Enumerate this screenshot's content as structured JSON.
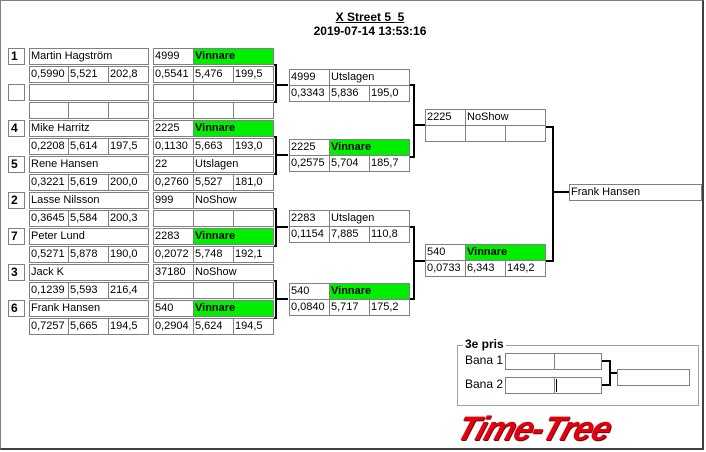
{
  "header": {
    "title": "X Street 5_5",
    "datetime": "2019-07-14 13:53:16"
  },
  "round1": {
    "entries": [
      {
        "seed": "1",
        "name": "Martin Hagström",
        "rt": "0,5990",
        "et": "5,521",
        "speed": "202,8",
        "car": "4999",
        "status": "Vinnare",
        "winner": true,
        "r_rt": "0,5541",
        "r_et": "5,476",
        "r_speed": "199,5"
      },
      {
        "seed": "",
        "name": "",
        "rt": "",
        "et": "",
        "speed": "",
        "car": "",
        "status": "",
        "winner": false,
        "r_rt": "",
        "r_et": "",
        "r_speed": ""
      },
      {
        "seed": "4",
        "name": "Mike Harritz",
        "rt": "0,2208",
        "et": "5,614",
        "speed": "197,5",
        "car": "2225",
        "status": "Vinnare",
        "winner": true,
        "r_rt": "0,1130",
        "r_et": "5,663",
        "r_speed": "193,0"
      },
      {
        "seed": "5",
        "name": "Rene Hansen",
        "rt": "0,3221",
        "et": "5,619",
        "speed": "200,0",
        "car": "22",
        "status": "Utslagen",
        "winner": false,
        "r_rt": "0,2760",
        "r_et": "5,527",
        "r_speed": "181,0"
      },
      {
        "seed": "2",
        "name": "Lasse Nilsson",
        "rt": "0,3645",
        "et": "5,584",
        "speed": "200,3",
        "car": "999",
        "status": "NoShow",
        "winner": false,
        "r_rt": "",
        "r_et": "",
        "r_speed": ""
      },
      {
        "seed": "7",
        "name": "Peter Lund",
        "rt": "0,5271",
        "et": "5,878",
        "speed": "190,0",
        "car": "2283",
        "status": "Vinnare",
        "winner": true,
        "r_rt": "0,2072",
        "r_et": "5,748",
        "r_speed": "192,1"
      },
      {
        "seed": "3",
        "name": "Jack K",
        "rt": "0,1239",
        "et": "5,593",
        "speed": "216,4",
        "car": "37180",
        "status": "NoShow",
        "winner": false,
        "r_rt": "",
        "r_et": "",
        "r_speed": ""
      },
      {
        "seed": "6",
        "name": "Frank Hansen",
        "rt": "0,7257",
        "et": "5,665",
        "speed": "194,5",
        "car": "540",
        "status": "Vinnare",
        "winner": true,
        "r_rt": "0,2904",
        "r_et": "5,624",
        "r_speed": "194,5"
      }
    ]
  },
  "round2": {
    "entries": [
      {
        "car": "4999",
        "status": "Utslagen",
        "winner": false,
        "rt": "0,3343",
        "et": "5,836",
        "speed": "195,0"
      },
      {
        "car": "2225",
        "status": "Vinnare",
        "winner": true,
        "rt": "0,2575",
        "et": "5,704",
        "speed": "185,7"
      },
      {
        "car": "2283",
        "status": "Utslagen",
        "winner": false,
        "rt": "0,1154",
        "et": "7,885",
        "speed": "110,8"
      },
      {
        "car": "540",
        "status": "Vinnare",
        "winner": true,
        "rt": "0,0840",
        "et": "5,717",
        "speed": "175,2"
      }
    ]
  },
  "round3": {
    "entries": [
      {
        "car": "2225",
        "status": "NoShow",
        "winner": false,
        "rt": "",
        "et": "",
        "speed": ""
      },
      {
        "car": "540",
        "status": "Vinnare",
        "winner": true,
        "rt": "0,0733",
        "et": "6,343",
        "speed": "149,2"
      }
    ]
  },
  "final": {
    "winner_name": "Frank Hansen"
  },
  "third_place": {
    "title": "3e pris",
    "lane1_label": "Bana 1",
    "lane2_label": "Bana 2",
    "lane1_a": "",
    "lane1_b": "",
    "lane2_a": "",
    "lane2_b": "",
    "result": ""
  },
  "logo": {
    "text": "Time-Tree"
  },
  "colors": {
    "winner_bg": "#00ee00",
    "logo_red": "#e00010"
  }
}
